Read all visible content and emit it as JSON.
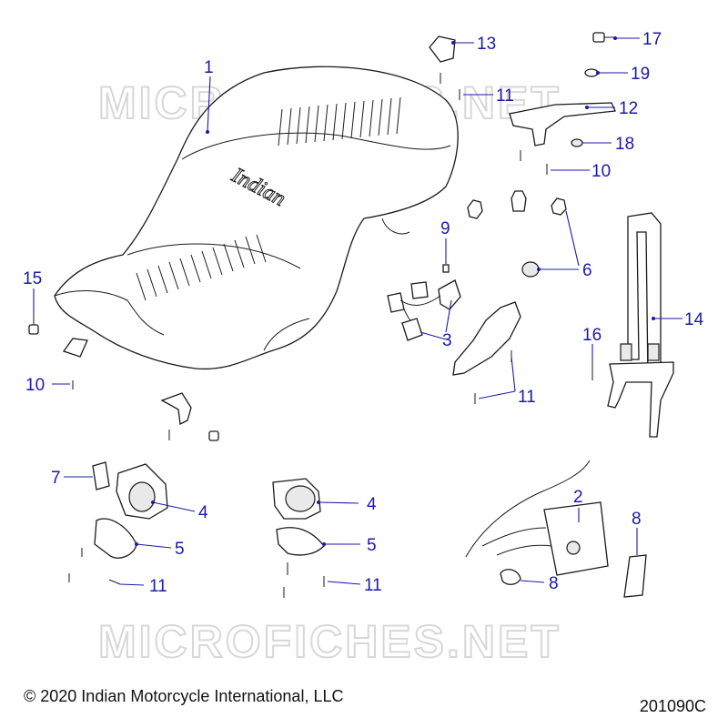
{
  "watermark": "MICROFICHES.NET",
  "logo_script": "Indian",
  "callouts": [
    "1",
    "2",
    "3",
    "4",
    "5",
    "6",
    "7",
    "8",
    "9",
    "10",
    "11",
    "12",
    "13",
    "14",
    "15",
    "16",
    "17",
    "18",
    "19"
  ],
  "copyright": "© 2020 Indian Motorcycle International, LLC",
  "diagram_id": "201090C"
}
